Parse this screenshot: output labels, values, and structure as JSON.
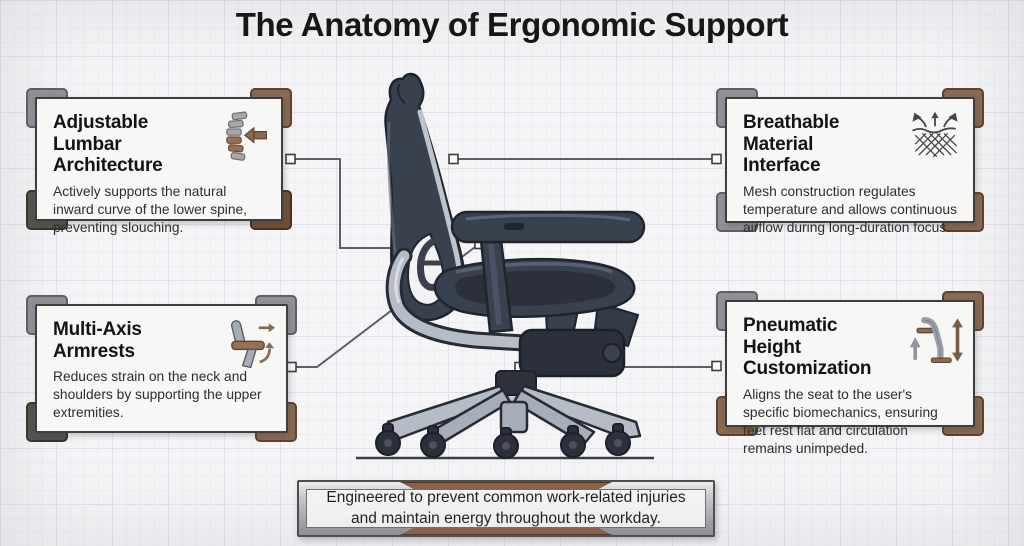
{
  "title": "The Anatomy of Ergonomic Support",
  "colors": {
    "accent_brown": "#8a6950",
    "panel_background": "#f7f7f6",
    "panel_border": "#3e3e3e",
    "connector_line": "#5a6068",
    "chair_dark": "#39404e",
    "chair_metal": "#b6bcc6"
  },
  "callouts": [
    {
      "id": "lumbar",
      "title": "Adjustable Lumbar\nArchitecture",
      "body": "Actively supports the natural inward curve of the lower spine, preventing slouching.",
      "icon": "spine-arrow-icon"
    },
    {
      "id": "breathable",
      "title": "Breathable Material\nInterface",
      "body": "Mesh construction regulates temperature and allows continuous airflow during long-duration focus.",
      "icon": "mesh-airflow-icon"
    },
    {
      "id": "armrests",
      "title": "Multi-Axis\nArmrests",
      "body": "Reduces strain on the neck and shoulders by supporting the upper extremities.",
      "icon": "armrest-motion-icon"
    },
    {
      "id": "height",
      "title": "Pneumatic Height\nCustomization",
      "body": "Aligns the seat to the user's specific biomechanics, ensuring feet rest flat and circulation remains unimpeded.",
      "icon": "height-adjust-icon"
    }
  ],
  "footer": {
    "line1": "Engineered to prevent common work-related injuries",
    "line2": "and maintain energy throughout the workday."
  },
  "illustration": {
    "name": "ergonomic-office-chair-side-view"
  }
}
